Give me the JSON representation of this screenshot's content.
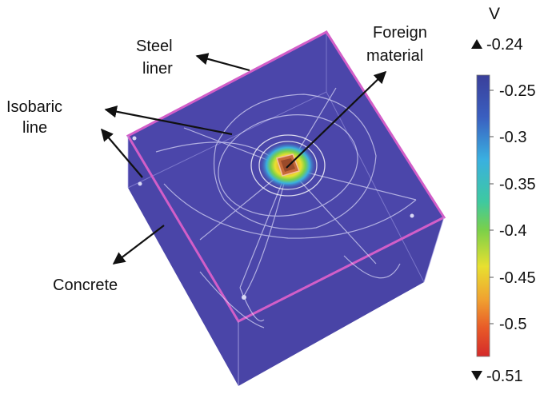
{
  "labels": {
    "steel_liner": [
      "Steel",
      "liner"
    ],
    "foreign_material": [
      "Foreign",
      "material"
    ],
    "isobaric_line": [
      "Isobaric",
      "line"
    ],
    "concrete": "Concrete"
  },
  "colorbar": {
    "unit": "V",
    "max_value": "-0.24",
    "min_value": "-0.51",
    "ticks": [
      "-0.25",
      "-0.3",
      "-0.35",
      "-0.4",
      "-0.45",
      "-0.5"
    ],
    "gradient_top_to_bottom": [
      "#3a3f9a",
      "#3a5fc0",
      "#3ab0e0",
      "#3ec9a0",
      "#7ad04a",
      "#e8e030",
      "#f0a030",
      "#e85a28",
      "#d42a2a"
    ]
  },
  "colors": {
    "cube_face": "#4a45a8",
    "cube_edge": "#d25ec8",
    "isobar": "#e8e8ff",
    "arrow": "#111111"
  }
}
